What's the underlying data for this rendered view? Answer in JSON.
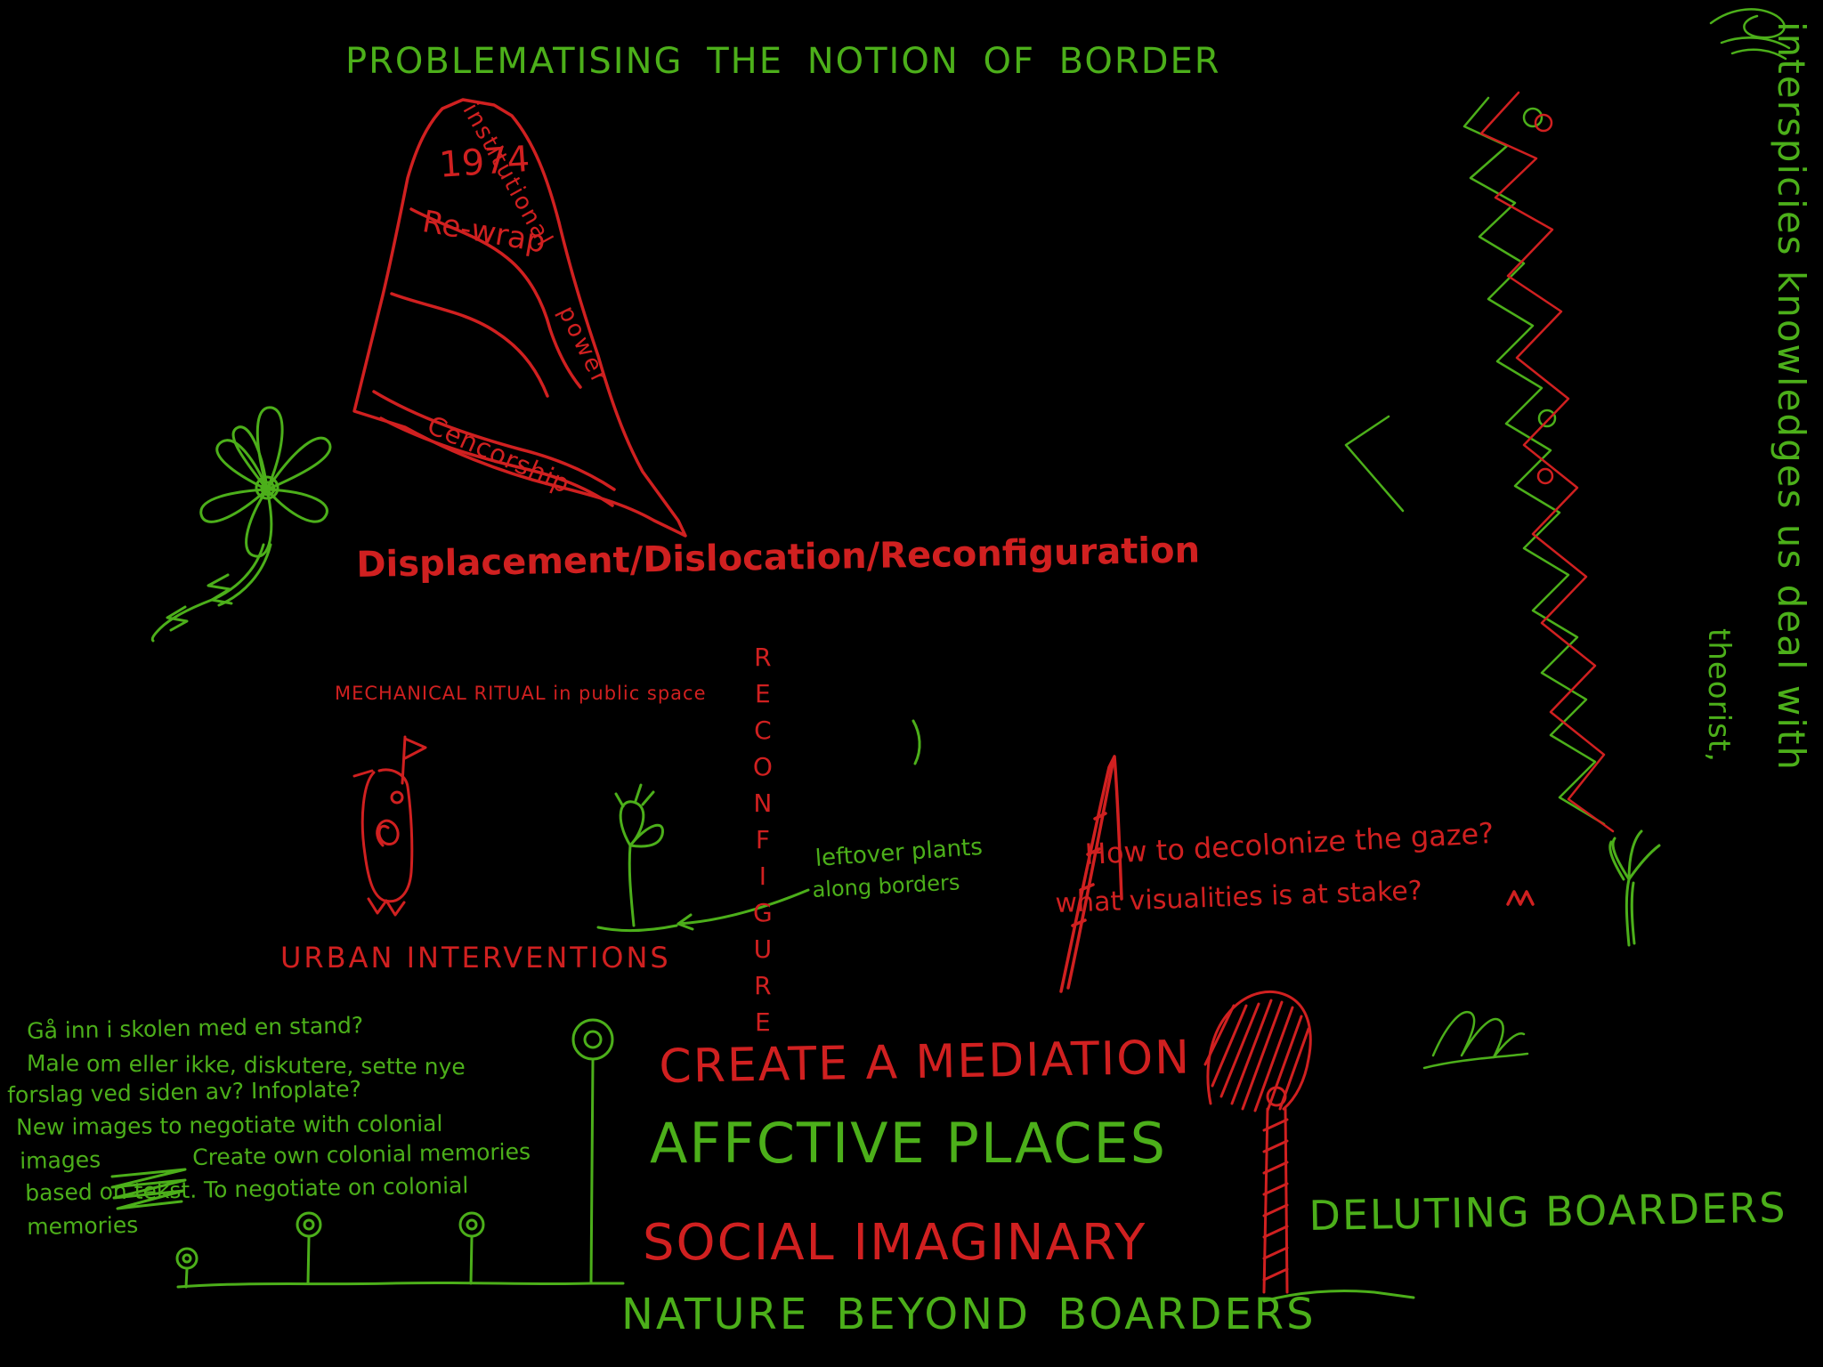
{
  "colors": {
    "green": "#4caf1a",
    "red": "#d02020",
    "bg": "#000000"
  },
  "title": "PROBLEMATISING  THE  NOTION  OF  BORDER",
  "cyprus_map": {
    "year": "1974",
    "rewrap": "Re-wrap",
    "institutional": "institutional",
    "power": "power",
    "censorship": "Cencorship"
  },
  "displacement": "Displacement/Dislocation/Reconfiguration",
  "mechanical_ritual": "MECHANICAL RITUAL in public space",
  "urban_interventions": "URBAN INTERVENTIONS",
  "reconfigure_vertical": "RECONFIGURE",
  "leftover_plants": {
    "line1": "leftover plants",
    "line2": "along borders"
  },
  "decolonize": {
    "line1": "How to decolonize the gaze?",
    "line2": "what visualities is at stake?"
  },
  "notes": {
    "lines": [
      "Gå inn i skolen med en stand?",
      "Male om eller ikke, diskutere, sette nye",
      "forslag ved siden av? Infoplate?",
      "New images to negotiate with colonial",
      "images",
      "Create own colonial memories",
      "based on tekst. To negotiate on colonial",
      "memories"
    ]
  },
  "create_mediation": "CREATE A MEDIATION",
  "affective_places": "AFFCTIVE PLACES",
  "social_imaginary": "SOCIAL IMAGINARY",
  "nature_beyond": "NATURE BEYOND BOARDERS",
  "deluting_boarders": "DELUTING BOARDERS",
  "right_margin": {
    "line1": "interspicies knowledges us deal with",
    "line2": "theorist,"
  }
}
